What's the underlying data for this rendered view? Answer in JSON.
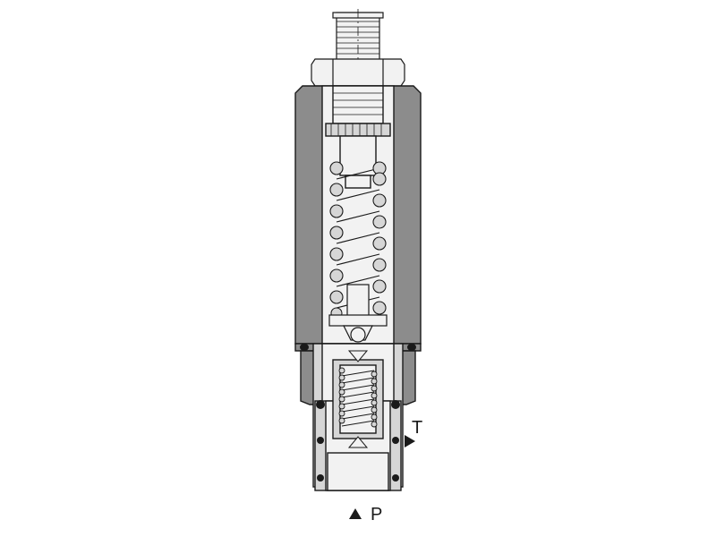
{
  "diagram": {
    "ports": {
      "tank": {
        "label": "T",
        "arrow_direction": "right"
      },
      "pressure": {
        "label": "P",
        "arrow_direction": "up"
      }
    },
    "colors": {
      "body_fill": "#8c8c8c",
      "outline": "#1a1a1a",
      "metal_light": "#f2f2f2",
      "coil_fill": "#d6d6d6",
      "seal": "#1a1a1a"
    }
  }
}
